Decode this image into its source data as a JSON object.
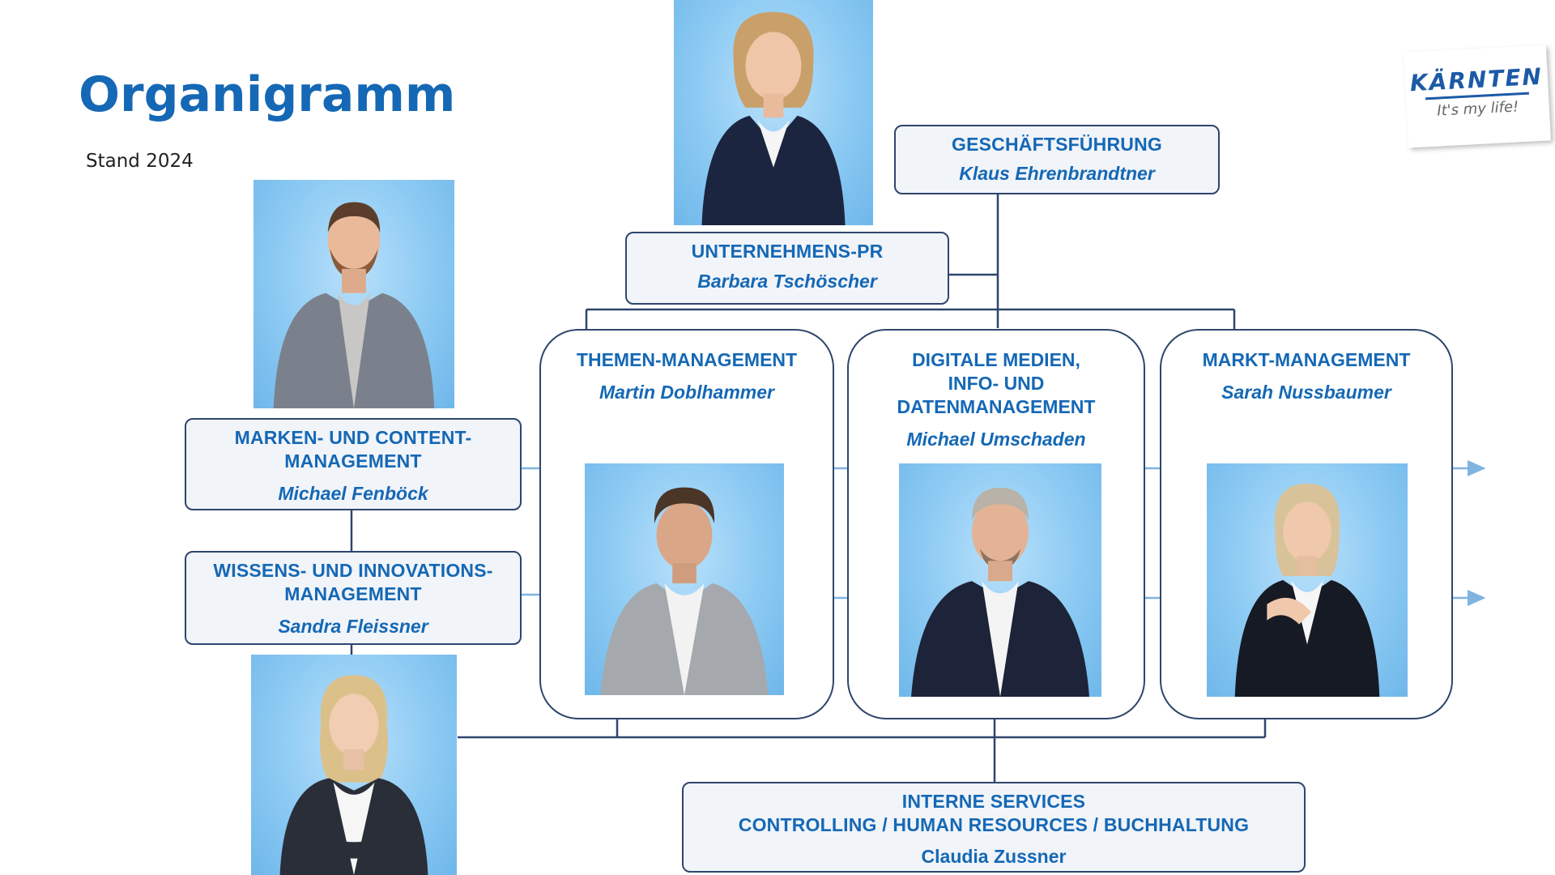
{
  "header": {
    "title": "Organigramm",
    "subtitle": "Stand 2024"
  },
  "logo": {
    "wordmark": "KÄRNTEN",
    "tagline": "It's my life!"
  },
  "units": {
    "management": {
      "title": "GESCHÄFTSFÜHRUNG",
      "person": "Klaus Ehrenbrandtner"
    },
    "pr": {
      "title": "UNTERNEHMENS-PR",
      "person": "Barbara Tschöscher"
    },
    "brand": {
      "title": "MARKEN- UND CONTENT-\nMANAGEMENT",
      "person": "Michael Fenböck"
    },
    "knowledge": {
      "title": "WISSENS- UND INNOVATIONS-\nMANAGEMENT",
      "person": "Sandra Fleissner"
    },
    "topics": {
      "title": "THEMEN-MANAGEMENT",
      "person": "Martin Doblhammer"
    },
    "digital": {
      "title": "DIGITALE MEDIEN,\nINFO- UND\nDATENMANAGEMENT",
      "person": "Michael Umschaden"
    },
    "market": {
      "title": "MARKT-MANAGEMENT",
      "person": "Sarah Nussbaumer"
    },
    "services": {
      "title": "INTERNE SERVICES\nCONTROLLING / HUMAN RESOURCES / BUCHHALTUNG",
      "person": "Claudia Zussner"
    }
  },
  "colors": {
    "accent": "#1568b5",
    "line": "#2e466d",
    "arrow": "#7fb3e0",
    "photo_bg": "#8ccaf3",
    "box_bg": "#f1f4f9"
  }
}
